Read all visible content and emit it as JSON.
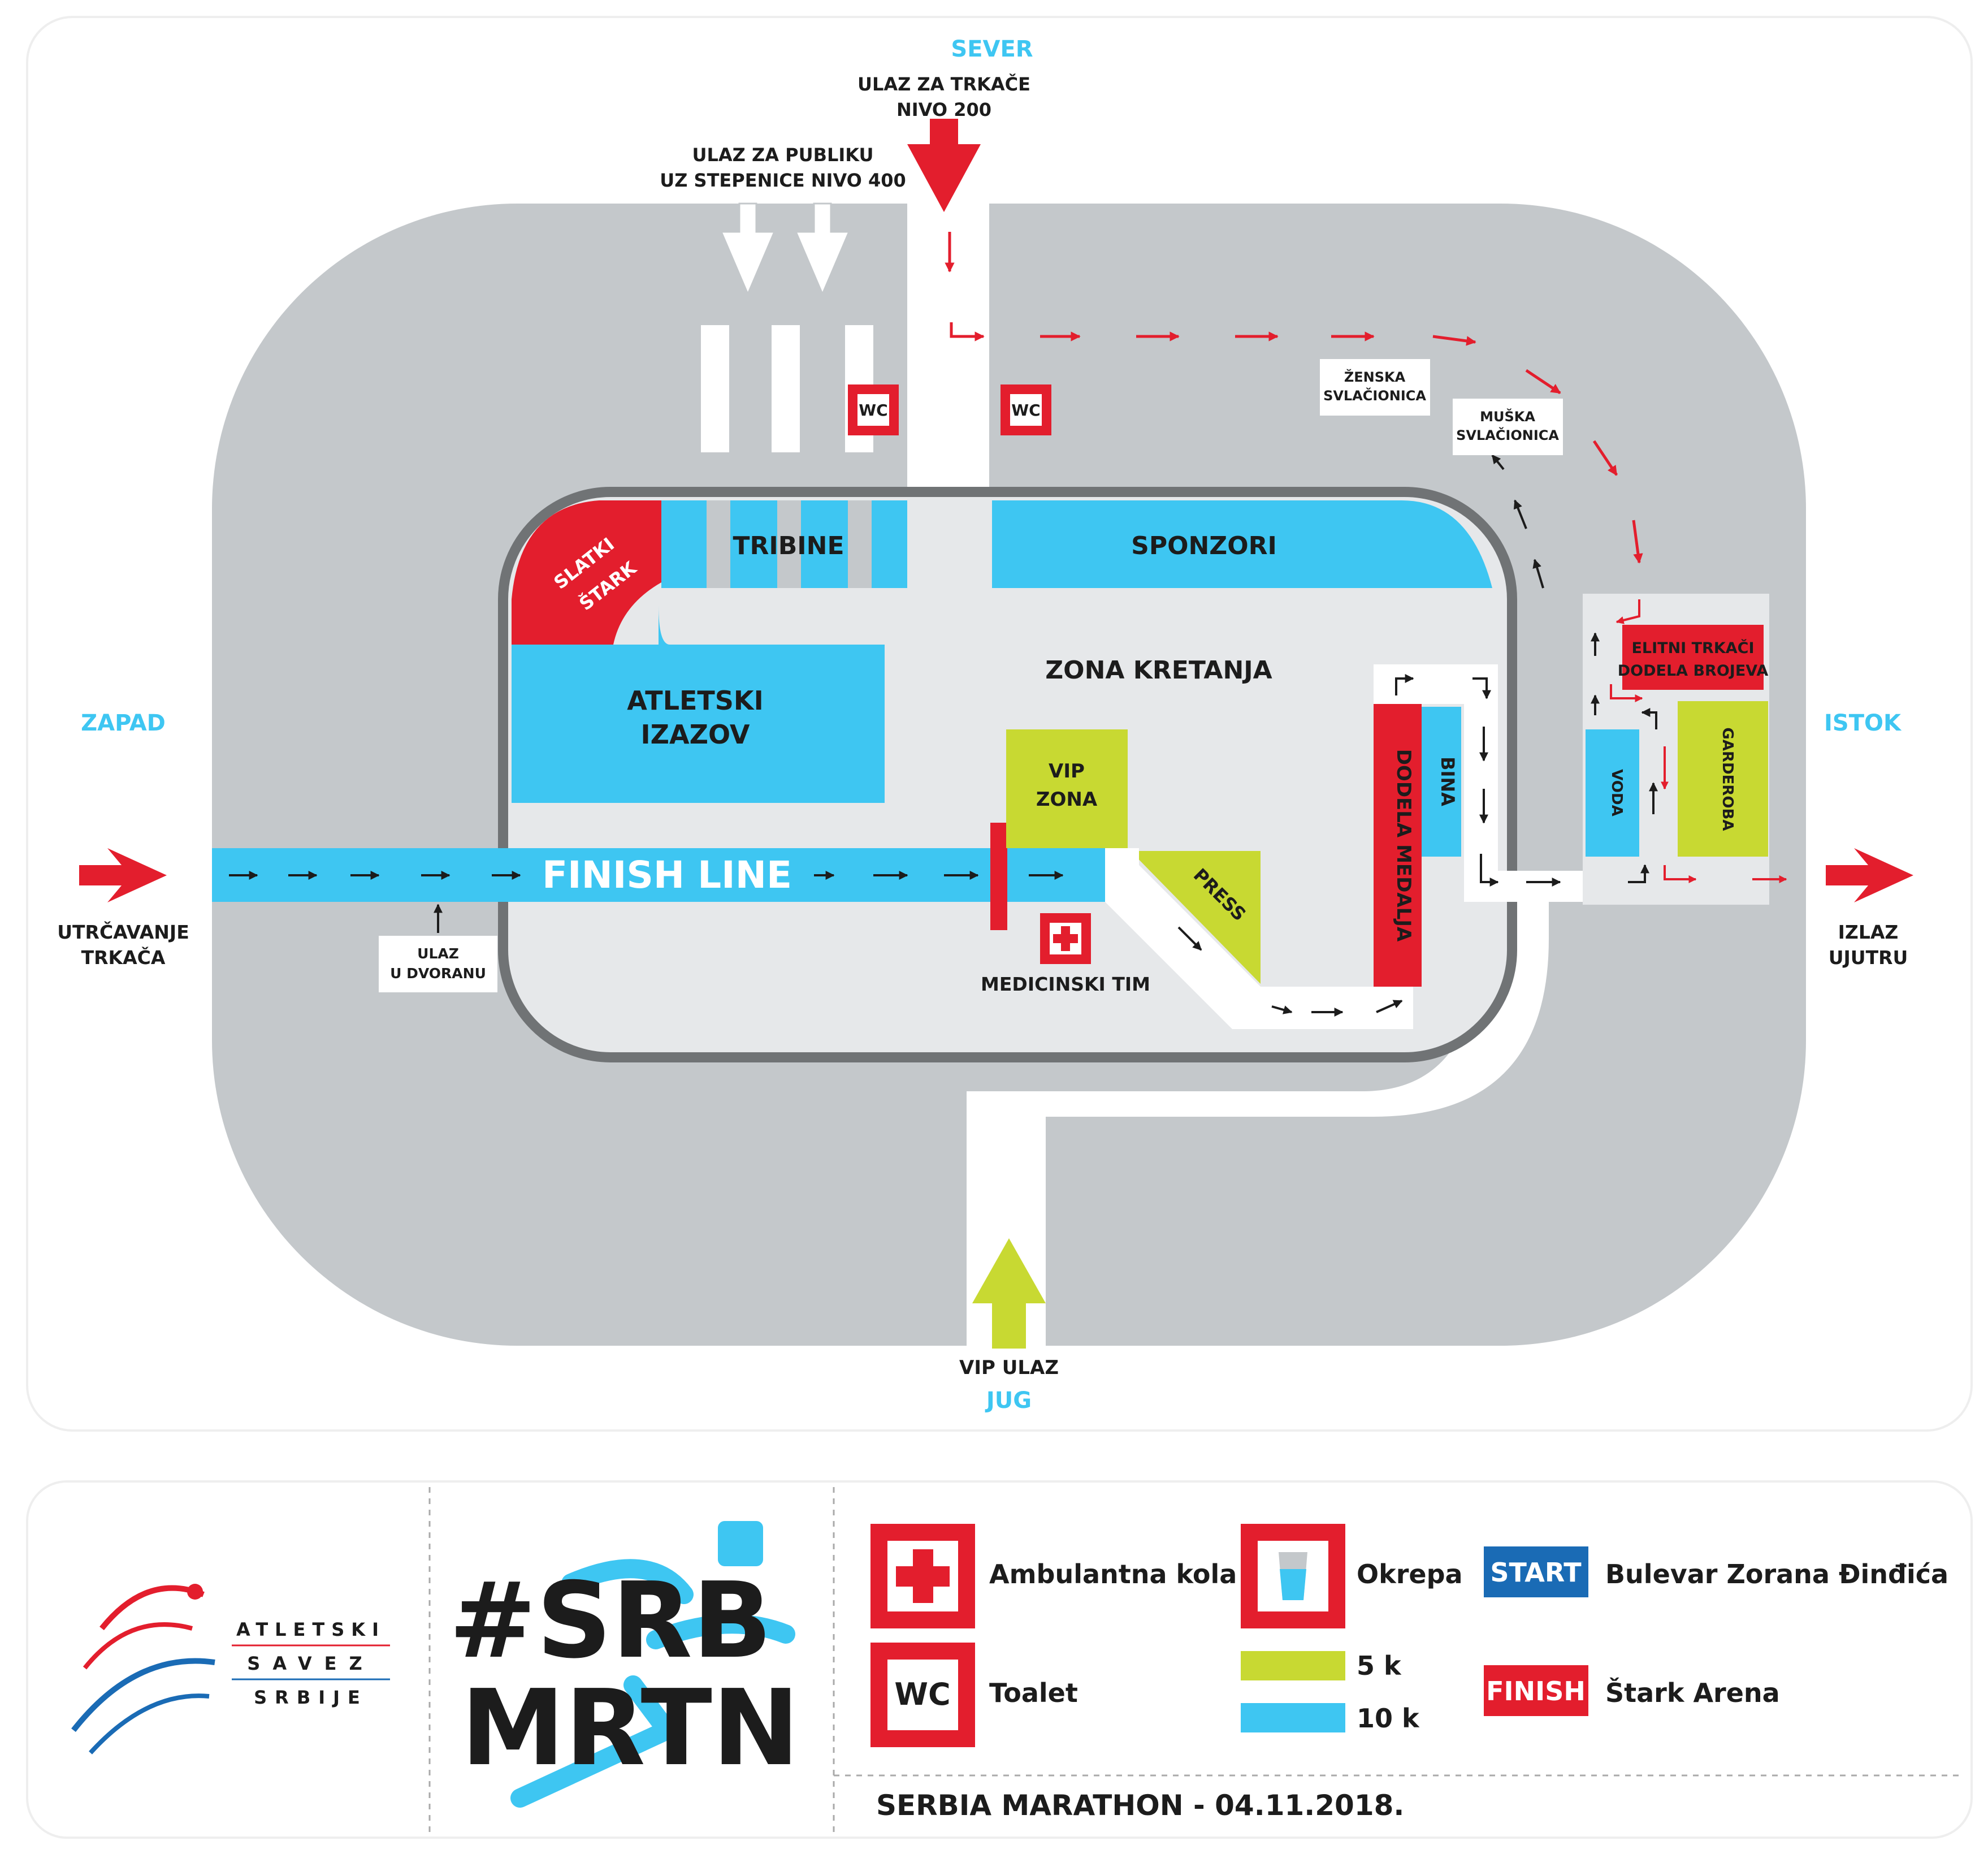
{
  "colors": {
    "red": "#e31e2d",
    "cyan": "#3ec6f2",
    "lime": "#c8d932",
    "grey": "#c4c8cb",
    "light": "#e6e8ea",
    "dark": "#1c1c1c",
    "blue": "#1a6bb5"
  },
  "compass": {
    "north": "SEVER",
    "south": "JUG",
    "west": "ZAPAD",
    "east": "ISTOK"
  },
  "entrances": {
    "runners_line1": "ULAZ ZA TRKAČE",
    "runners_line2": "NIVO 200",
    "public_line1": "ULAZ ZA PUBLIKU",
    "public_line2": "UZ STEPENICE NIVO 400",
    "vip": "VIP ULAZ",
    "hall_line1": "ULAZ",
    "hall_line2": "U DVORANU",
    "run_in_line1": "UTRČAVANJE",
    "run_in_line2": "TRKAČA",
    "exit_line1": "IZLAZ",
    "exit_line2": "UJUTRU"
  },
  "zones": {
    "tribine": "TRIBINE",
    "sponzori": "SPONZORI",
    "slatki": "SLATKI",
    "stark": "ŠTARK",
    "zona_kretanja": "ZONA KRETANJA",
    "atletski": "ATLETSKI",
    "izazov": "IZAZOV",
    "vip": "VIP",
    "vip_zona": "ZONA",
    "press": "PRESS",
    "finish_line": "FINISH LINE",
    "medicinski": "MEDICINSKI TIM",
    "dodela": "DODELA MEDALJA",
    "bina": "BINA",
    "zenska1": "ŽENSKA",
    "zenska2": "SVLAČIONICA",
    "muska1": "MUŠKA",
    "muska2": "SVLAČIONICA",
    "elitni1": "ELITNI TRKAČI",
    "elitni2": "DODELA BROJEVA",
    "voda": "VODA",
    "garderoba": "GARDEROBA",
    "wc": "WC"
  },
  "legend": {
    "ambulance": "Ambulantna kola",
    "toilet": "Toalet",
    "wc": "WC",
    "okrepa": "Okrepa",
    "five_k": "5 k",
    "ten_k": "10 k",
    "start_badge": "START",
    "start_place": "Bulevar Zorana Đinđića",
    "finish_badge": "FINISH",
    "finish_place": "Štark Arena",
    "event": "SERBIA MARATHON - 04.11.2018."
  },
  "branding": {
    "federation_line1": "ATLETSKI",
    "federation_line2": "SAVEZ",
    "federation_line3": "SRBIJE",
    "hashtag_line1": "#SRB",
    "hashtag_line2": "MRTN"
  }
}
